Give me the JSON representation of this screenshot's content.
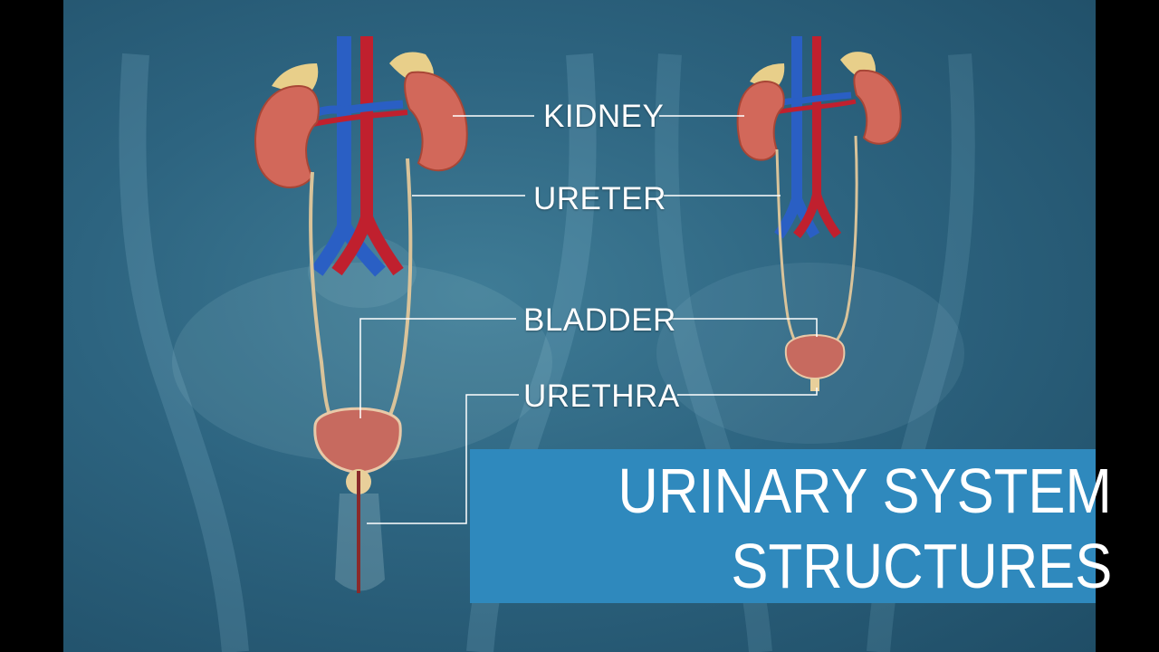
{
  "labels": {
    "kidney": "KIDNEY",
    "ureter": "URETER",
    "bladder": "BLADDER",
    "urethra": "URETHRA"
  },
  "title": {
    "line1": "URINARY SYSTEM",
    "line2": "STRUCTURES"
  },
  "colors": {
    "background": "#2d6480",
    "banner": "#2f89bd",
    "vein": "#2a5fc4",
    "artery": "#c0202e",
    "kidney": "#d2685a",
    "adrenal": "#e8cf8a",
    "ureter": "#d9c39a",
    "bladder": "#c76a5f",
    "leader_line": "#ffffff"
  }
}
